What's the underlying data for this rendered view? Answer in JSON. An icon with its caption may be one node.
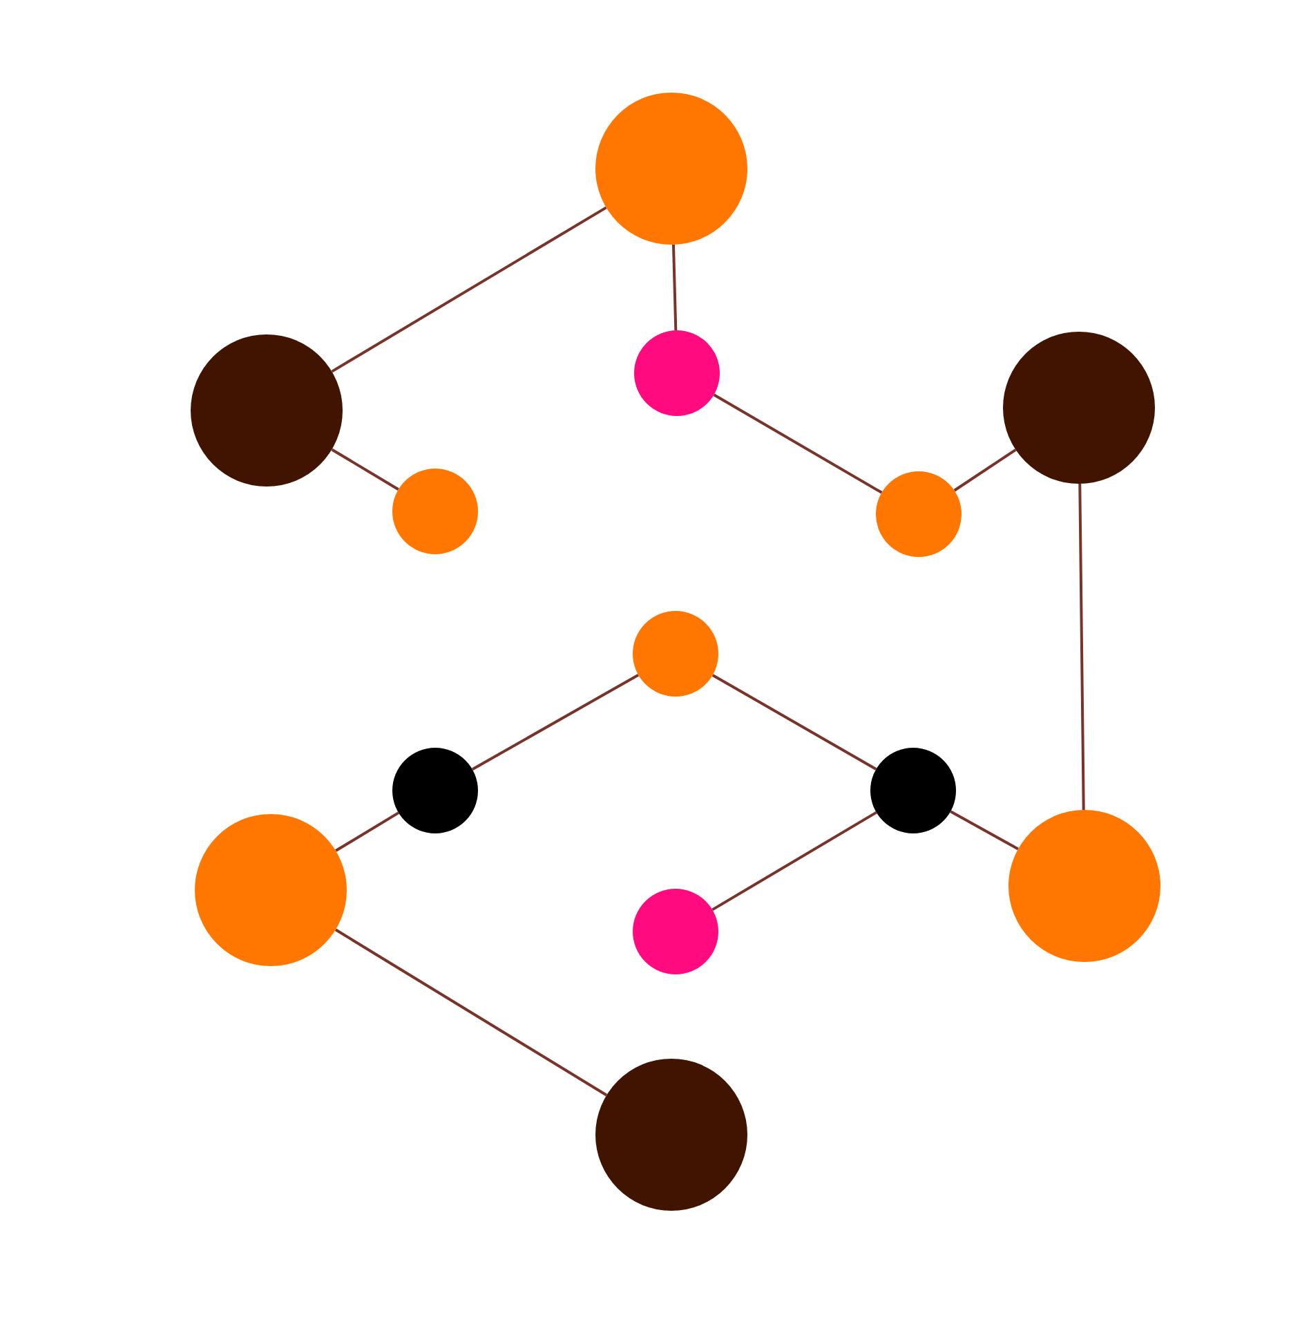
{
  "diagram": {
    "nodes": [
      {
        "text": [],
        "shape": "circle"
      },
      {
        "text": [],
        "shape": "circle"
      },
      {
        "text": [],
        "shape": "circle"
      },
      {
        "text": [],
        "shape": "circle"
      },
      {
        "text": [],
        "shape": "circle"
      },
      {
        "text": [],
        "shape": "circle"
      },
      {
        "text": [],
        "shape": "circle"
      },
      {
        "text": [],
        "shape": "circle"
      },
      {
        "text": [],
        "shape": "circle"
      },
      {
        "text": [],
        "shape": "circle"
      },
      {
        "text": [],
        "shape": "circle"
      },
      {
        "text": [],
        "shape": "circle"
      },
      {
        "text": [],
        "shape": "circle"
      }
    ],
    "edges": [
      {
        "from": 0,
        "to": 1,
        "arrow": "none"
      },
      {
        "from": 0,
        "to": 2,
        "arrow": "none"
      },
      {
        "from": 1,
        "to": 4,
        "arrow": "none"
      },
      {
        "from": 2,
        "to": 5,
        "arrow": "none"
      },
      {
        "from": 5,
        "to": 3,
        "arrow": "none"
      },
      {
        "from": 3,
        "to": 10,
        "arrow": "none"
      },
      {
        "from": 6,
        "to": 7,
        "arrow": "none"
      },
      {
        "from": 6,
        "to": 8,
        "arrow": "none"
      },
      {
        "from": 7,
        "to": 9,
        "arrow": "none"
      },
      {
        "from": 8,
        "to": 10,
        "arrow": "none"
      },
      {
        "from": 8,
        "to": 11,
        "arrow": "none"
      },
      {
        "from": 9,
        "to": 12,
        "arrow": "none"
      }
    ]
  }
}
